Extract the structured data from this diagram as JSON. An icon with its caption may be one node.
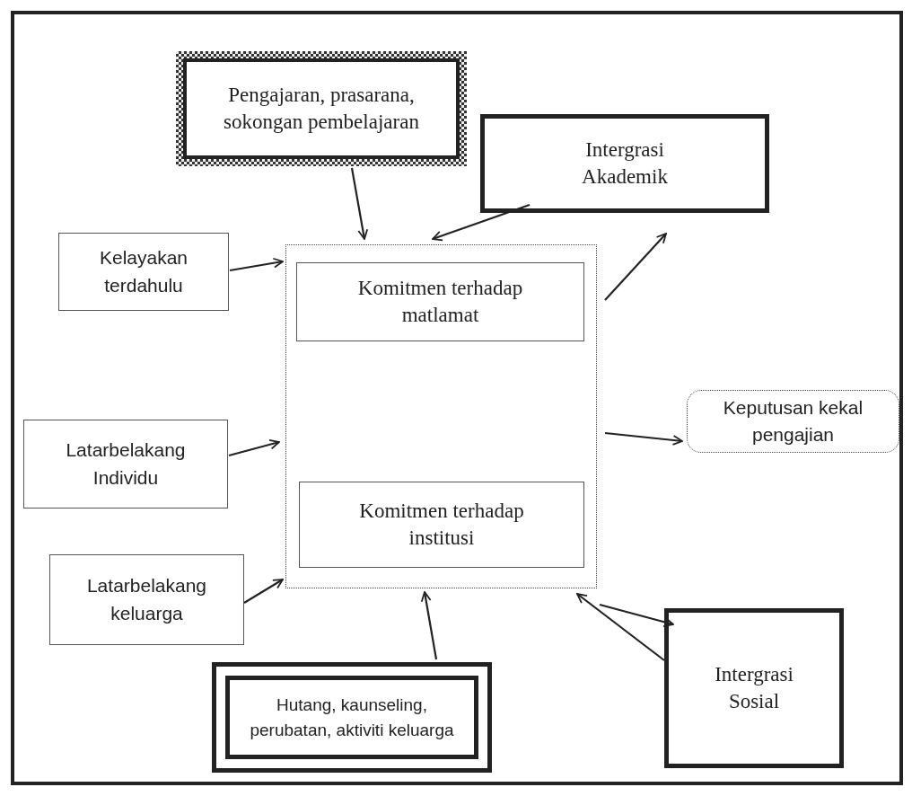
{
  "diagram": {
    "nodes": [
      {
        "text": [
          "Pengajaran, prasarana, sokongan pembelajaran"
        ]
      },
      {
        "text": [
          "Intergrasi Akademik"
        ]
      },
      {
        "text": [
          "Kelayakan terdahulu"
        ]
      },
      {
        "text": [],
        "shape": "box"
      },
      {
        "text": [
          "Komitmen terhadap matlamat"
        ],
        "in": 3
      },
      {
        "text": [
          "Komitmen terhadap institusi"
        ],
        "in": 3
      },
      {
        "text": [
          "Latarbelakang Individu"
        ]
      },
      {
        "text": [
          "Keputusan kekal pengajian"
        ]
      },
      {
        "text": [
          "Latarbelakang keluarga"
        ]
      },
      {
        "text": [
          "Intergrasi Sosial"
        ]
      },
      {
        "text": [
          "Hutang, kaunseling, perubatan, aktiviti keluarga"
        ]
      }
    ],
    "edges": [
      {
        "from": 0,
        "to": 3,
        "arrow": "to"
      },
      {
        "from": 1,
        "to": 3,
        "arrow": "to"
      },
      {
        "from": 2,
        "to": 3,
        "arrow": "to"
      },
      {
        "from": 6,
        "to": 3,
        "arrow": "to"
      },
      {
        "from": 8,
        "to": 3,
        "arrow": "to"
      },
      {
        "from": 3,
        "to": 1,
        "arrow": "to"
      },
      {
        "from": 3,
        "to": 7,
        "arrow": "to"
      },
      {
        "from": 3,
        "to": 9,
        "arrow": "to"
      },
      {
        "from": 9,
        "to": 3,
        "arrow": "to"
      },
      {
        "from": 10,
        "to": 3,
        "arrow": "to"
      }
    ]
  }
}
